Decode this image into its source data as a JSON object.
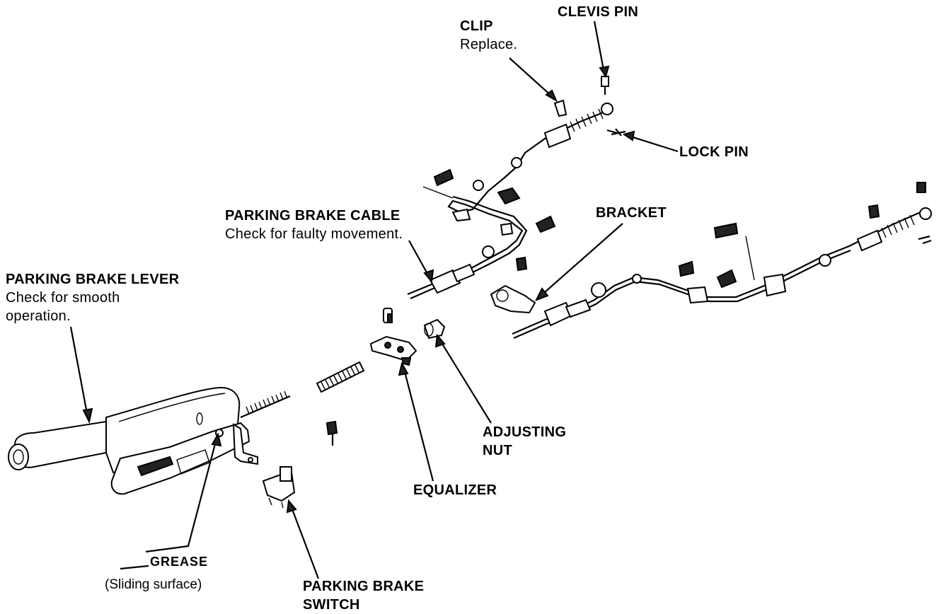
{
  "labels": {
    "clevis_pin": {
      "title": "CLEVIS PIN"
    },
    "clip": {
      "title": "CLIP",
      "note": "Replace."
    },
    "lock_pin": {
      "title": "LOCK PIN"
    },
    "parking_brake_cable": {
      "title": "PARKING BRAKE CABLE",
      "note": "Check for faulty movement."
    },
    "bracket": {
      "title": "BRACKET"
    },
    "parking_brake_lever": {
      "title": "PARKING BRAKE LEVER",
      "note_line1": "Check for smooth",
      "note_line2": "operation."
    },
    "adjusting_nut": {
      "line1": "ADJUSTING",
      "line2": "NUT"
    },
    "equalizer": {
      "title": "EQUALIZER"
    },
    "grease": {
      "title": "GREASE",
      "note": "(Sliding surface)"
    },
    "parking_brake_switch": {
      "line1": "PARKING BRAKE",
      "line2": "SWITCH"
    }
  }
}
